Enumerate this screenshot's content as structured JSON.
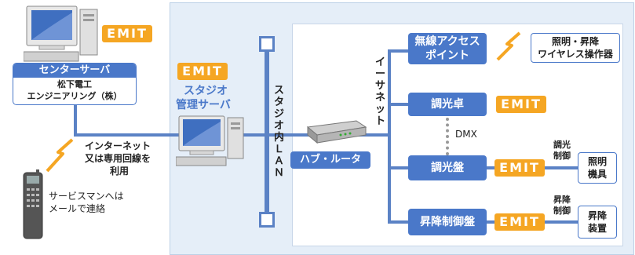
{
  "emit_logo": "EMIT",
  "center_server": {
    "title": "センターサーバ",
    "org_line1": "松下電工",
    "org_line2": "エンジニアリング（株）"
  },
  "network_label": {
    "line1": "インターネット",
    "line2": "又は専用回線を",
    "line3": "利用"
  },
  "phone_note": {
    "line1": "サービスマンへは",
    "line2": "メールで連絡"
  },
  "studio_server": {
    "line1": "スタジオ",
    "line2": "管理サーバ"
  },
  "studio_lan": "スタジオ内ＬＡＮ",
  "ethernet": "イーサネット",
  "hub_router": "ハブ・ルータ",
  "wireless_ap": {
    "line1": "無線アクセス",
    "line2": "ポイント"
  },
  "wireless_ops": {
    "line1": "照明・昇降",
    "line2": "ワイヤレス操作器"
  },
  "dimmer_desk": "調光卓",
  "dmx": "DMX",
  "dimmer_panel": "調光盤",
  "lift_panel": "昇降制御盤",
  "dimming_control": {
    "line1": "調光",
    "line2": "制御"
  },
  "lighting_equipment": {
    "line1": "照明",
    "line2": "機具"
  },
  "lift_control": {
    "line1": "昇降",
    "line2": "制御"
  },
  "lift_device": {
    "line1": "昇降",
    "line2": "装置"
  },
  "colors": {
    "line_blue": "#5b82c5",
    "box_blue": "#4a78c9",
    "emit_orange": "#f5a623",
    "studio_bg": "#e5eef8"
  }
}
